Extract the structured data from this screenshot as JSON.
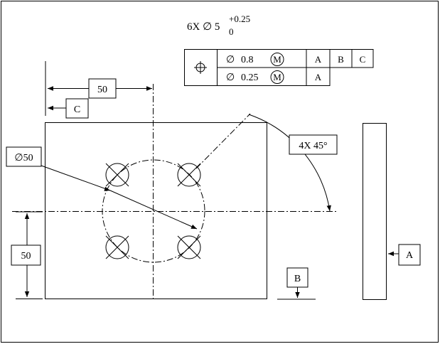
{
  "hole_callout": {
    "count_size": "6X ∅ 5",
    "tol_upper": "+0.25",
    "tol_lower": "0"
  },
  "feature_control_frame": {
    "symbol": "⊕",
    "row1": {
      "diameter_symbol": "∅",
      "tolerance": "0.8",
      "modifier": "M",
      "datums": [
        "A",
        "B",
        "C"
      ]
    },
    "row2": {
      "diameter_symbol": "∅",
      "tolerance": "0.25",
      "modifier": "M",
      "datums": [
        "A"
      ]
    }
  },
  "dimensions": {
    "top_horizontal": "50",
    "left_vertical": "50",
    "bolt_circle_diameter": "∅50",
    "angle_note": "4X 45°"
  },
  "datum_labels": {
    "c": "C",
    "b": "B",
    "a": "A"
  }
}
